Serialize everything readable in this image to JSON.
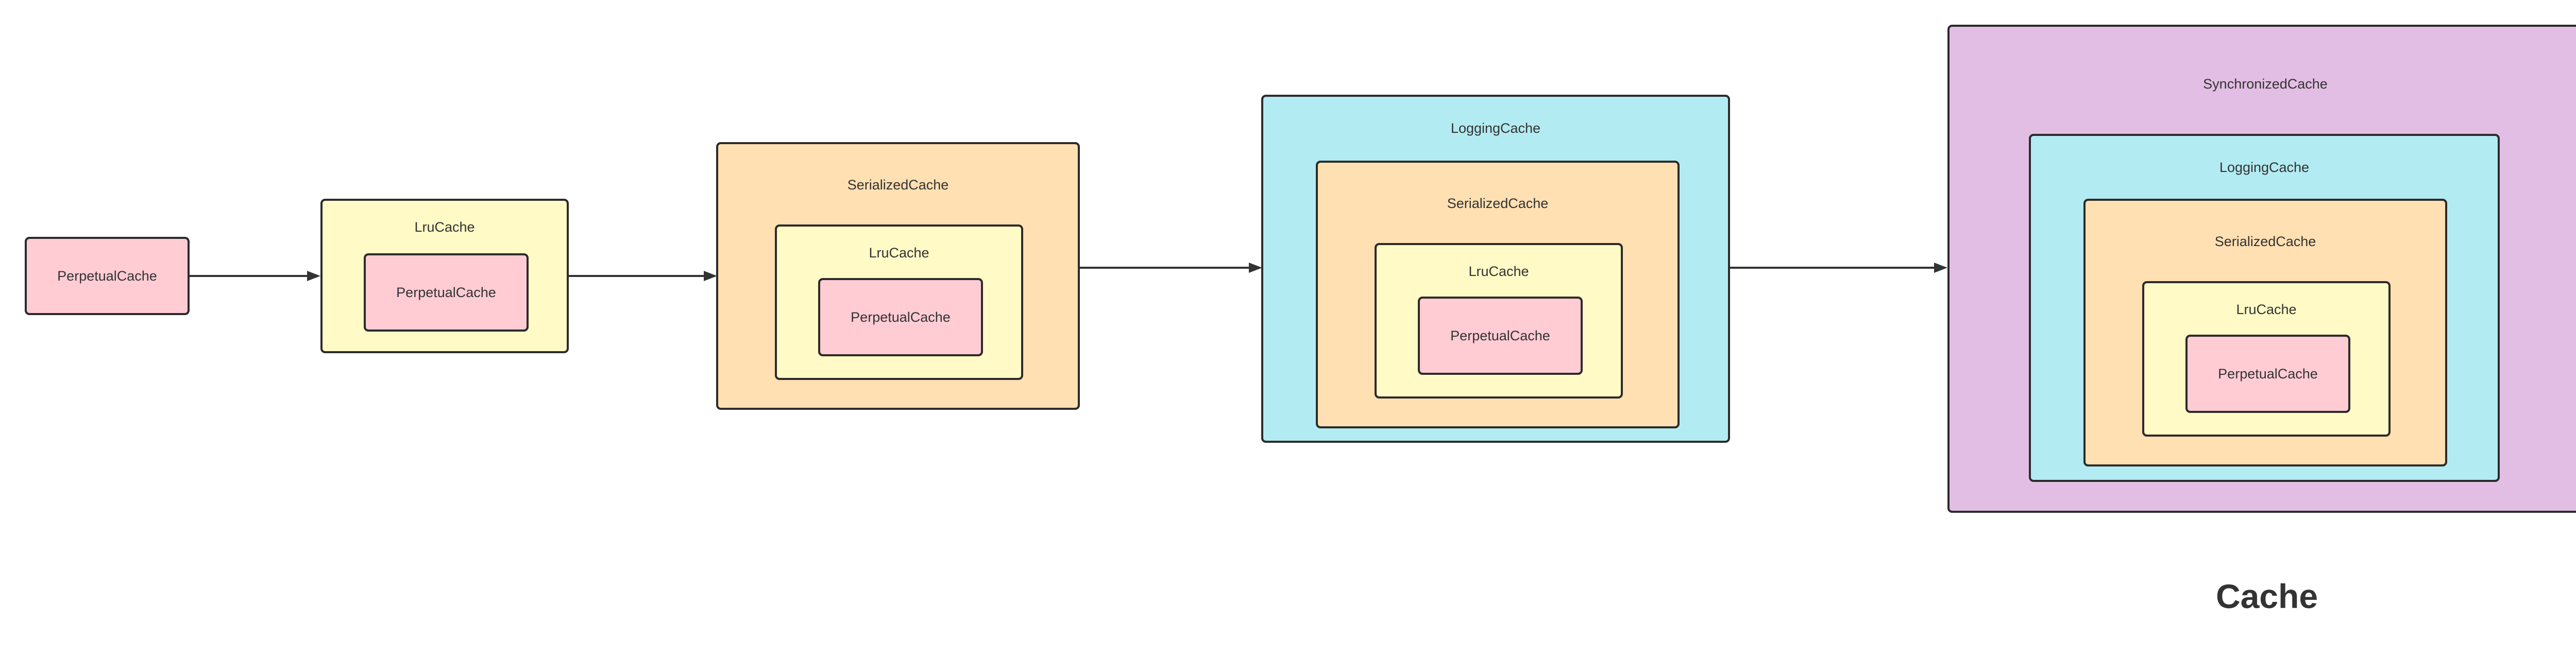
{
  "colors": {
    "perpetual": "#FFCCD4",
    "lru": "#FFFAC6",
    "serialized": "#FFE0B2",
    "logging": "#B3EBF2",
    "synchronized": "#E2BEE4",
    "stroke": "#2B2B2B",
    "text": "#333333"
  },
  "diagram": {
    "title": "Cache",
    "stage1": {
      "perpetual": "PerpetualCache"
    },
    "stage2": {
      "lru": "LruCache",
      "perpetual": "PerpetualCache"
    },
    "stage3": {
      "serialized": "SerializedCache",
      "lru": "LruCache",
      "perpetual": "PerpetualCache"
    },
    "stage4": {
      "logging": "LoggingCache",
      "serialized": "SerializedCache",
      "lru": "LruCache",
      "perpetual": "PerpetualCache"
    },
    "stage5": {
      "synchronized": "SynchronizedCache",
      "logging": "LoggingCache",
      "serialized": "SerializedCache",
      "lru": "LruCache",
      "perpetual": "PerpetualCache"
    }
  }
}
